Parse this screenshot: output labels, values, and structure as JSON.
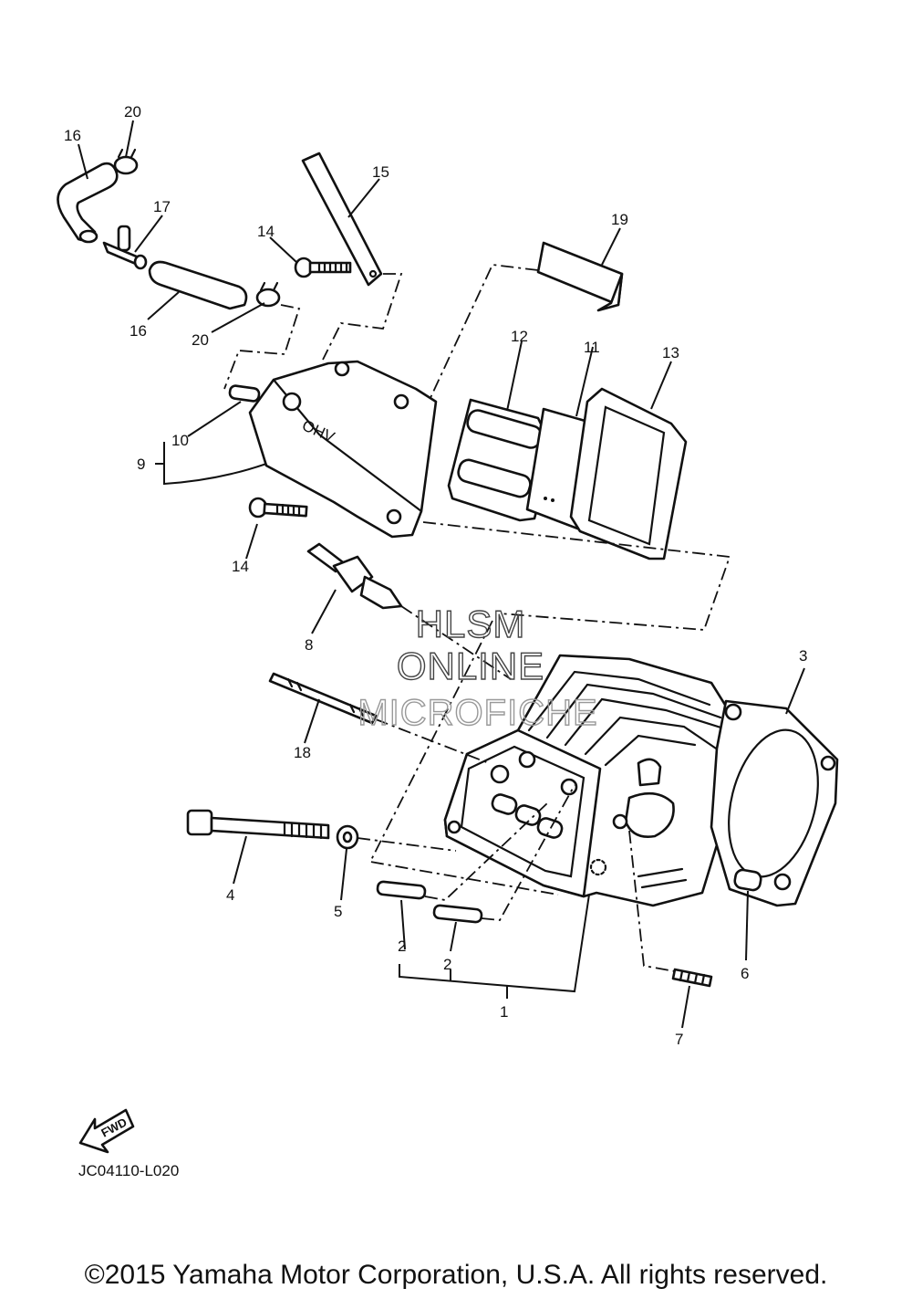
{
  "callouts": [
    {
      "n": "1"
    },
    {
      "n": "2"
    },
    {
      "n": "2"
    },
    {
      "n": "3"
    },
    {
      "n": "4"
    },
    {
      "n": "5"
    },
    {
      "n": "6"
    },
    {
      "n": "7"
    },
    {
      "n": "8"
    },
    {
      "n": "9"
    },
    {
      "n": "10"
    },
    {
      "n": "11"
    },
    {
      "n": "12"
    },
    {
      "n": "13"
    },
    {
      "n": "14"
    },
    {
      "n": "14"
    },
    {
      "n": "15"
    },
    {
      "n": "16"
    },
    {
      "n": "16"
    },
    {
      "n": "17"
    },
    {
      "n": "18"
    },
    {
      "n": "19"
    },
    {
      "n": "20"
    },
    {
      "n": "20"
    }
  ],
  "watermark": {
    "line1": "HLSM",
    "line2": "ONLINE",
    "line3": "MICROFICHE"
  },
  "cover_emboss": "OHV",
  "fwd_label": "FWD",
  "reference_code": "JC04110-L020",
  "copyright": "©2015 Yamaha Motor Corporation, U.S.A. All rights reserved."
}
